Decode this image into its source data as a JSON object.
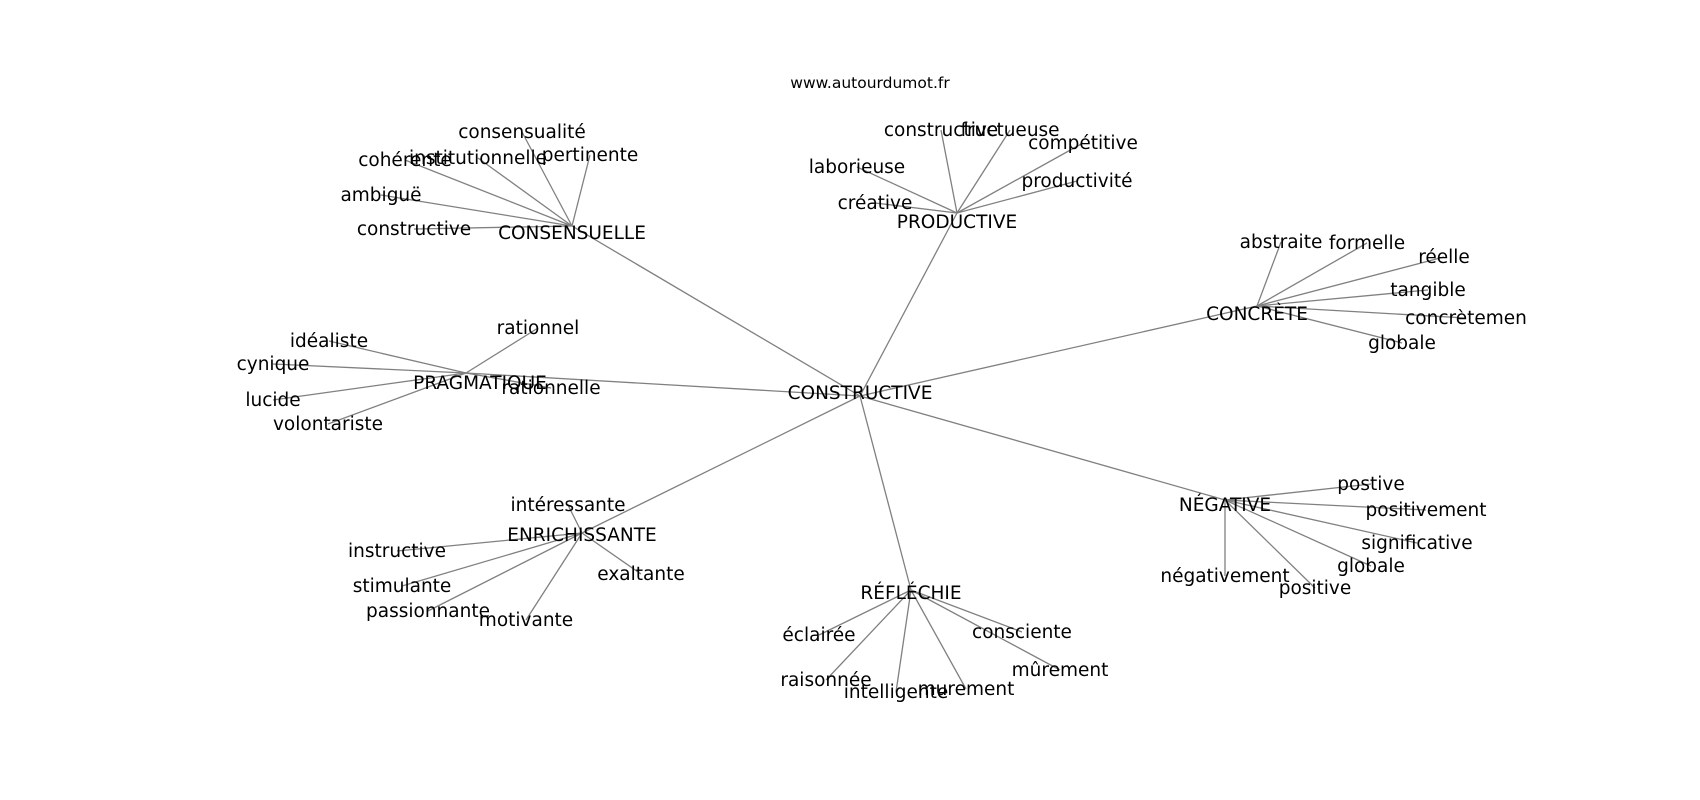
{
  "source": "www.autourdumot.fr",
  "center": "CONSTRUCTIVE",
  "clusters": [
    {
      "id": "consensuelle",
      "label": "CONSENSUELLE",
      "neighbors": [
        "consensualité",
        "institutionnelle",
        "pertinente",
        "cohérente",
        "ambiguë",
        "constructive"
      ]
    },
    {
      "id": "productive",
      "label": "PRODUCTIVE",
      "neighbors": [
        "constructive",
        "fructueuse",
        "compétitive",
        "laborieuse",
        "productivité",
        "créative"
      ]
    },
    {
      "id": "concrete",
      "label": "CONCRÈTE",
      "neighbors": [
        "abstraite",
        "formelle",
        "réelle",
        "tangible",
        "concrètemen",
        "globale"
      ]
    },
    {
      "id": "pragmatique",
      "label": "PRAGMATIQUE",
      "neighbors": [
        "rationnel",
        "idéaliste",
        "cynique",
        "rationnelle",
        "lucide",
        "volontariste"
      ]
    },
    {
      "id": "enrichissante",
      "label": "ENRICHISSANTE",
      "neighbors": [
        "intéressante",
        "instructive",
        "exaltante",
        "stimulante",
        "passionnante",
        "motivante"
      ]
    },
    {
      "id": "reflechie",
      "label": "RÉFLÉCHIE",
      "neighbors": [
        "éclairée",
        "consciente",
        "mûrement",
        "raisonnée",
        "murement",
        "intelligente"
      ]
    },
    {
      "id": "negative",
      "label": "NÉGATIVE",
      "neighbors": [
        "postive",
        "positivement",
        "significative",
        "globale",
        "négativement",
        "positive"
      ]
    }
  ]
}
